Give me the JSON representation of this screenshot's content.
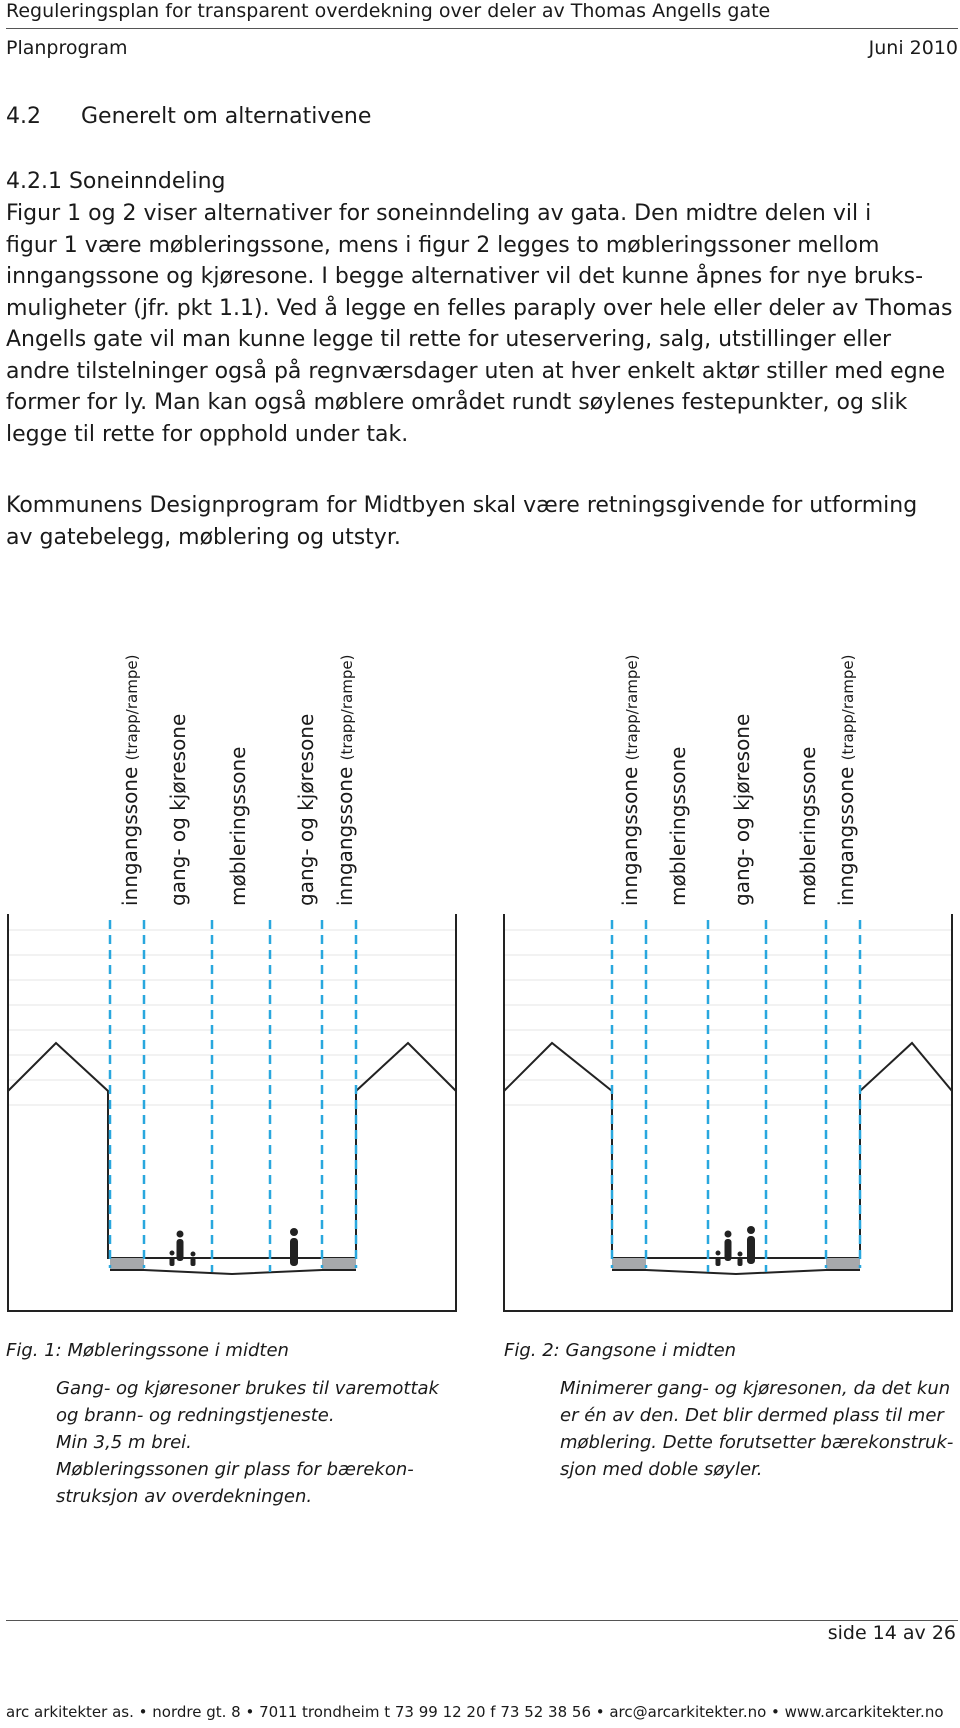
{
  "header": {
    "doc_title": "Reguleringsplan for transparent overdekning over deler av Thomas Angells gate",
    "left": "Planprogram",
    "right": "Juni 2010"
  },
  "section": {
    "number": "4.2",
    "title": "Generelt om alternativene"
  },
  "subsection": {
    "heading": "4.2.1 Soneinndeling",
    "para1_lines": [
      "Figur 1 og 2 viser alternativer for soneinndeling av gata. Den midtre delen vil i",
      "figur 1 være møbleringssone, mens i figur 2 legges to møbleringssoner mellom",
      "inngangssone og kjøresone. I begge alternativer vil det kunne åpnes for nye bruks-",
      "muligheter (jfr. pkt 1.1).  Ved å legge en felles paraply over hele eller deler av Thomas",
      "Angells gate vil man kunne legge til rette for uteservering, salg, utstillinger eller",
      "andre tilstelninger også på regnværsdager uten at hver enkelt aktør stiller med egne",
      "former for ly. Man kan også møblere området rundt søylenes festepunkter, og slik",
      "legge til rette for opphold under tak."
    ],
    "para2_lines": [
      "Kommunens Designprogram for Midtbyen skal være retningsgivende for utforming",
      "av gatebelegg, møblering og utstyr."
    ]
  },
  "figure1": {
    "zones": [
      {
        "main": "inngangssone",
        "small": "(trapp/rampe)"
      },
      {
        "main": "gang- og kjøresone",
        "small": ""
      },
      {
        "main": "møbleringssone",
        "small": ""
      },
      {
        "main": "gang- og kjøresone",
        "small": ""
      },
      {
        "main": "inngangssone",
        "small": "(trapp/rampe)"
      }
    ],
    "caption": "Fig. 1: Møbleringssone i midten",
    "desc_lines": [
      "Gang- og kjøresoner brukes til varemottak",
      "og brann- og redningstjeneste.",
      "Min 3,5 m brei.",
      "Møbleringssonen gir plass for bærekon-",
      "struksjon av overdekningen."
    ]
  },
  "figure2": {
    "zones": [
      {
        "main": "inngangssone",
        "small": "(trapp/rampe)"
      },
      {
        "main": "møbleringssone",
        "small": ""
      },
      {
        "main": "gang- og kjøresone",
        "small": ""
      },
      {
        "main": "møbleringssone",
        "small": ""
      },
      {
        "main": "inngangssone",
        "small": "(trapp/rampe)"
      }
    ],
    "caption": "Fig. 2: Gangsone i midten",
    "desc_lines": [
      "Minimerer gang- og kjøresonen, da det kun",
      "er én av den. Det blir dermed plass til mer",
      "møblering. Dette forutsetter bærekonstruk-",
      "sjon med doble søyler."
    ]
  },
  "footer": {
    "page": "side 14 av 26",
    "contact": "arc arkitekter as.  •  nordre gt. 8  •  7011 trondheim    t 73 99 12 20    f 73 52 38 56  •  arc@arcarkitekter.no  •  www.arcarkitekter.no"
  },
  "colors": {
    "zone_line": "#29a7de",
    "outline": "#222222",
    "sidewalk": "#a7a9ac",
    "grid_line": "#e6e6e6"
  }
}
